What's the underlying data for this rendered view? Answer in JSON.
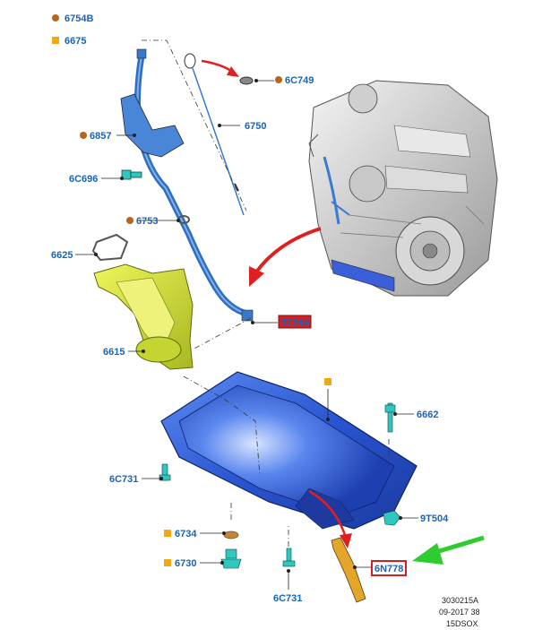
{
  "legend": [
    {
      "code": "6754B",
      "marker": "circle",
      "color": "#b8661e"
    },
    {
      "code": "6675",
      "marker": "square",
      "color": "#f4a712"
    }
  ],
  "parts": {
    "p6C749": "6C749",
    "p6750": "6750",
    "p6857": "6857",
    "p6C696": "6C696",
    "p6753": "6753",
    "p6625": "6625",
    "p6754A": "6754A",
    "p6615": "6615",
    "p6662": "6662",
    "p6C731a": "6C731",
    "p9T504": "9T504",
    "p6734": "6734",
    "p6730": "6730",
    "p6C731b": "6C731",
    "p6N778": "6N778"
  },
  "footer": {
    "ref": "3030215A",
    "date": "09-2017 38",
    "code": "15DSOX"
  },
  "colors": {
    "label": "#1a63b5",
    "highlight_box": "#d21f1f",
    "arrow_red": "#e02020",
    "arrow_green": "#2ecc2e",
    "pan_blue": "#2f5fd8",
    "pickup_yellow": "#d6e838"
  }
}
